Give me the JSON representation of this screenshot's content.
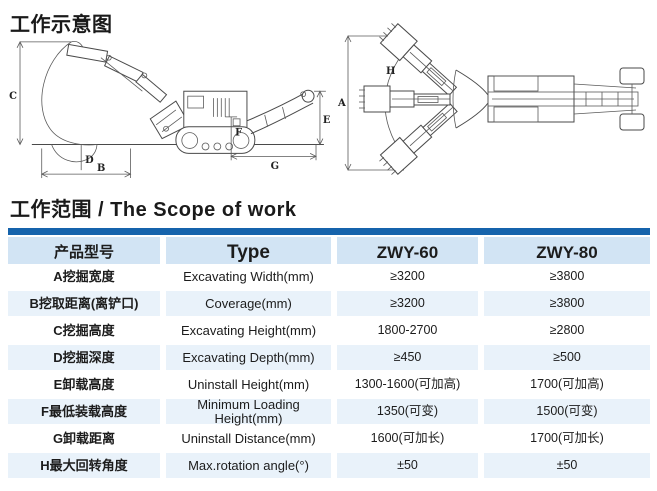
{
  "page": {
    "diagram_section_title": "工作示意图",
    "scope_section_title": "工作范围 / The Scope of work"
  },
  "colors": {
    "bar_blue": "#1563ac",
    "header_bg": "#d2e4f4",
    "row_alt_bg": "#e9f2fa",
    "text": "#1c1c1c"
  },
  "diagrams": {
    "side_labels": {
      "C": "C",
      "D": "D",
      "B": "B",
      "F": "F",
      "G": "G",
      "E": "E"
    },
    "top_labels": {
      "A": "A",
      "H": "H"
    }
  },
  "table": {
    "headers": [
      "产品型号",
      "Type",
      "ZWY-60",
      "ZWY-80"
    ],
    "rows": [
      {
        "zh": "A挖掘宽度",
        "en": "Excavating Width(mm)",
        "zwy60": "≥3200",
        "zwy80": "≥3800"
      },
      {
        "zh": "B挖取距离(离铲口)",
        "en": "Coverage(mm)",
        "zwy60": "≥3200",
        "zwy80": "≥3800"
      },
      {
        "zh": "C挖掘高度",
        "en": "Excavating Height(mm)",
        "zwy60": "1800-2700",
        "zwy80": "≥2800"
      },
      {
        "zh": "D挖掘深度",
        "en": "Excavating Depth(mm)",
        "zwy60": "≥450",
        "zwy80": "≥500"
      },
      {
        "zh": "E卸载高度",
        "en": "Uninstall Height(mm)",
        "zwy60": "1300-1600(可加高)",
        "zwy80": "1700(可加高)"
      },
      {
        "zh": "F最低装载高度",
        "en": "Minimum Loading Height(mm)",
        "zwy60": "1350(可变)",
        "zwy80": "1500(可变)"
      },
      {
        "zh": "G卸载距离",
        "en": "Uninstall Distance(mm)",
        "zwy60": "1600(可加长)",
        "zwy80": "1700(可加长)"
      },
      {
        "zh": "H最大回转角度",
        "en": "Max.rotation angle(°)",
        "zwy60": "±50",
        "zwy80": "±50"
      }
    ]
  }
}
